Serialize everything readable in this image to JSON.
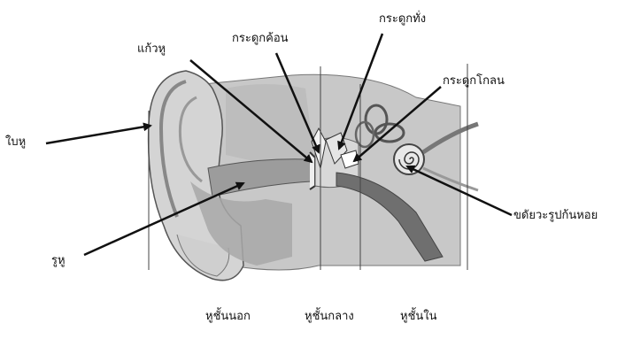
{
  "labels": {
    "pinna": "ใบหู",
    "eardrum": "แก้วหู",
    "malleus": "กระดูกค้อน",
    "incus": "กระดูกทั่ง",
    "stapes": "กระดูกโกลน",
    "cochlea": "ขดัยวะรูปก้นหอย",
    "ear_canal": "รูหู"
  },
  "sections": {
    "outer": "หูชั้นนอก",
    "middle": "หูชั้นกลาง",
    "inner": "หูชั้นใน"
  },
  "colors": {
    "ink": "#111111",
    "skin_light": "#d2d2d2",
    "skin_mid": "#b4b4b4",
    "skin_dark": "#8a8a8a",
    "canal": "#9a9a9a",
    "tube": "#6f6f6f"
  }
}
